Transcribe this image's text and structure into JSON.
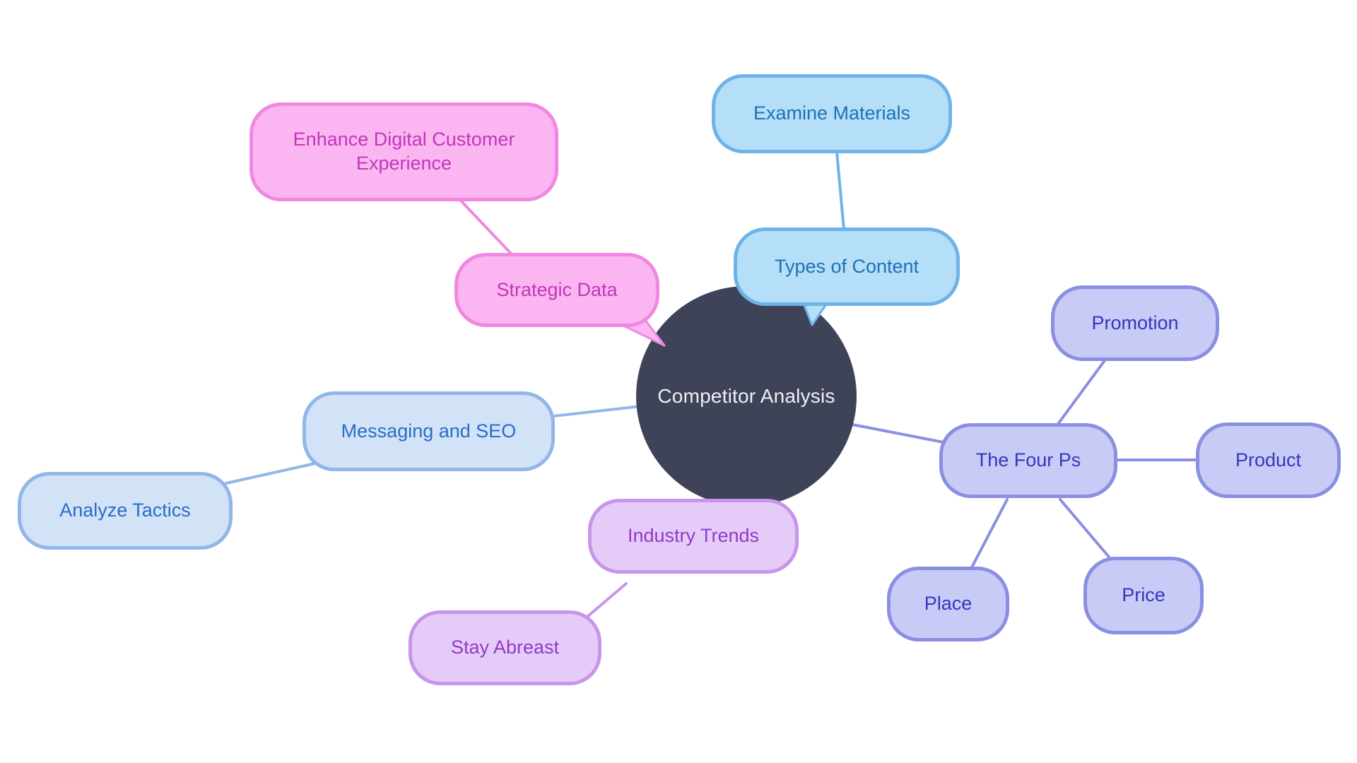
{
  "diagram": {
    "type": "mindmap",
    "title": "Competitor Analysis"
  },
  "nodes": {
    "center": "Competitor Analysis",
    "types_of_content": "Types of Content",
    "examine_materials": "Examine Materials",
    "strategic_data": "Strategic Data",
    "enhance_digital": "Enhance Digital Customer Experience",
    "messaging_seo": "Messaging and SEO",
    "analyze_tactics": "Analyze Tactics",
    "industry_trends": "Industry Trends",
    "stay_abreast": "Stay Abreast",
    "four_ps": "The Four Ps",
    "promotion": "Promotion",
    "product": "Product",
    "price": "Price",
    "place": "Place"
  },
  "edges": [
    {
      "from": "Competitor Analysis",
      "to": "Types of Content"
    },
    {
      "from": "Types of Content",
      "to": "Examine Materials"
    },
    {
      "from": "Competitor Analysis",
      "to": "Strategic Data"
    },
    {
      "from": "Strategic Data",
      "to": "Enhance Digital Customer Experience"
    },
    {
      "from": "Competitor Analysis",
      "to": "Messaging and SEO"
    },
    {
      "from": "Messaging and SEO",
      "to": "Analyze Tactics"
    },
    {
      "from": "Competitor Analysis",
      "to": "Industry Trends"
    },
    {
      "from": "Industry Trends",
      "to": "Stay Abreast"
    },
    {
      "from": "Competitor Analysis",
      "to": "The Four Ps"
    },
    {
      "from": "The Four Ps",
      "to": "Promotion"
    },
    {
      "from": "The Four Ps",
      "to": "Product"
    },
    {
      "from": "The Four Ps",
      "to": "Price"
    },
    {
      "from": "The Four Ps",
      "to": "Place"
    }
  ],
  "palette": {
    "center_fill": "#3E4358",
    "center_text": "#EEF0F5",
    "sky": {
      "fill": "#B5DEF8",
      "border": "#6FB3E6",
      "text": "#1D72B5"
    },
    "blue": {
      "fill": "#D2E3F8",
      "border": "#92B6E8",
      "text": "#2B6CC4"
    },
    "pink": {
      "fill": "#FBB6F2",
      "border": "#F088E1",
      "text": "#C136BB"
    },
    "purple": {
      "fill": "#E5CCF8",
      "border": "#C795EB",
      "text": "#9139CA"
    },
    "periwinkle": {
      "fill": "#C8CBF5",
      "border": "#8A8FE2",
      "text": "#3537BE"
    },
    "background": "#FFFFFF"
  }
}
